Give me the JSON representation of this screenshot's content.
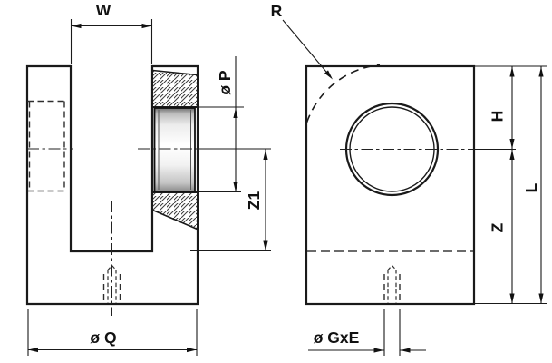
{
  "front_view": {
    "dim_labels": {
      "slot_width": "W",
      "bore_diameter": "ø P",
      "center_to_slot_bottom": "Z1",
      "outer_diameter": "ø Q"
    }
  },
  "side_view": {
    "dim_labels": {
      "corner_radius": "R",
      "top_to_center": "H",
      "bottom_to_center": "Z",
      "overall_length": "L",
      "thread_size": "ø GxE"
    }
  },
  "colors": {
    "part_fill": "#d4d4d4",
    "line": "#1a1a1a",
    "background": "#ffffff"
  }
}
